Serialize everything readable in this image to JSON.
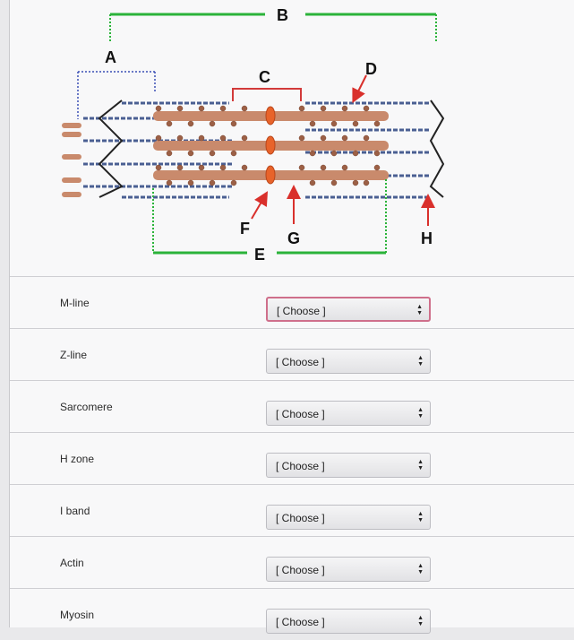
{
  "diagram": {
    "labels": {
      "A": "A",
      "B": "B",
      "C": "C",
      "D": "D",
      "E": "E",
      "F": "F",
      "G": "G",
      "H": "H"
    },
    "colors": {
      "bracket_green": "#2bb33a",
      "bracket_red": "#d23a3a",
      "bracket_blue": "#3b4fb5",
      "arrow_red": "#d9302c",
      "thick_filament": "#c98a6c",
      "thin_filament": "#4a5f92",
      "m_line_oval": "#e8632a",
      "z_line": "#222222"
    }
  },
  "matching": {
    "items": [
      {
        "term": "M-line",
        "selected": "[ Choose ]"
      },
      {
        "term": "Z-line",
        "selected": "[ Choose ]"
      },
      {
        "term": "Sarcomere",
        "selected": "[ Choose ]"
      },
      {
        "term": "H zone",
        "selected": "[ Choose ]"
      },
      {
        "term": "I band",
        "selected": "[ Choose ]"
      },
      {
        "term": "Actin",
        "selected": "[ Choose ]"
      },
      {
        "term": "Myosin",
        "selected": "[ Choose ]"
      }
    ]
  }
}
